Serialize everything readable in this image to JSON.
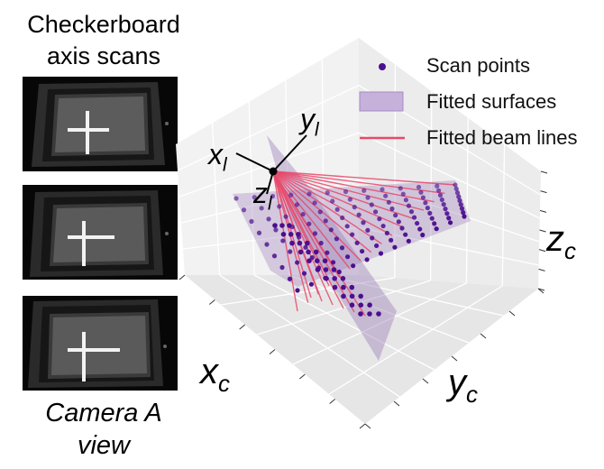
{
  "left_panel": {
    "title_line1": "Checkerboard",
    "title_line2": "axis scans",
    "caption_line1": "Camera A",
    "caption_line2": "view"
  },
  "legend": {
    "scan_points": "Scan points",
    "fitted_surfaces": "Fitted surfaces",
    "fitted_beam_lines": "Fitted beam lines"
  },
  "axes": {
    "x": {
      "base": "x",
      "sub": "c"
    },
    "y": {
      "base": "y",
      "sub": "c"
    },
    "z": {
      "base": "z",
      "sub": "c"
    }
  },
  "lidar_frame": {
    "x": {
      "base": "x",
      "sub": "l"
    },
    "y": {
      "base": "y",
      "sub": "l"
    },
    "z": {
      "base": "z",
      "sub": "l"
    }
  },
  "colors": {
    "points": "#4b0f8f",
    "surface": "#9b7bb8",
    "beam": "#e8486a",
    "camera_bg": "#0a0a0a"
  }
}
